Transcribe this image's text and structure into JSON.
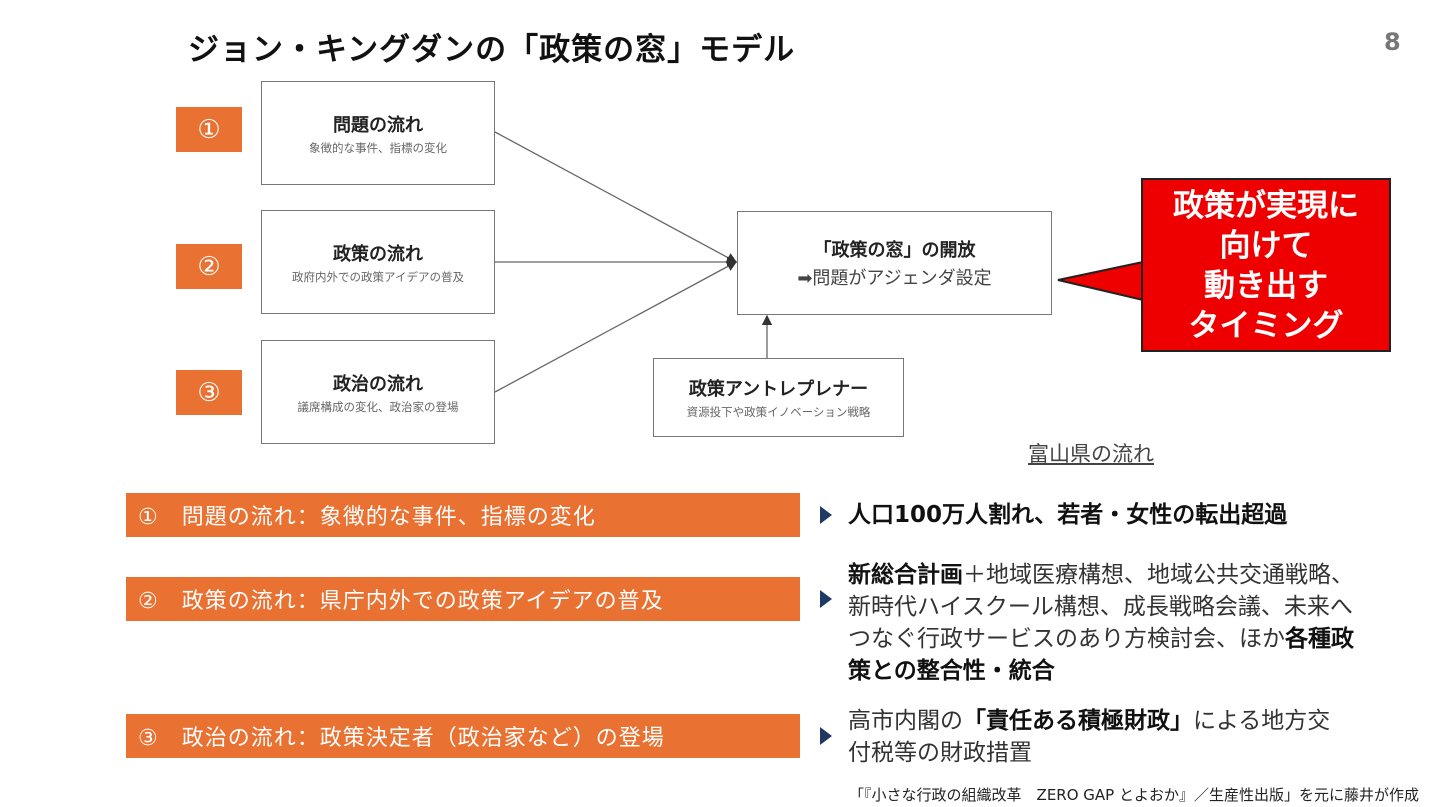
{
  "title": "ジョン・キングダンの「政策の窓」モデル",
  "page_number": "8",
  "numbers": [
    "①",
    "②",
    "③"
  ],
  "streams": [
    {
      "title": "問題の流れ",
      "subtitle": "象徴的な事件、指標の変化"
    },
    {
      "title": "政策の流れ",
      "subtitle": "政府内外での政策アイデアの普及"
    },
    {
      "title": "政治の流れ",
      "subtitle": "議席構成の変化、政治家の登場"
    }
  ],
  "center": {
    "title": "「政策の窓」の開放",
    "subtitle": "➡問題がアジェンダ設定"
  },
  "entrepreneur": {
    "title": "政策アントレプレナー",
    "subtitle": "資源投下や政策イノベーション戦略"
  },
  "callout": [
    "政策が実現に",
    "向けて",
    "動き出す",
    "タイミング"
  ],
  "toyama_heading": "富山県の流れ",
  "bars": [
    "①　問題の流れ：象徴的な事件、指標の変化",
    "②　政策の流れ：県庁内外での政策アイデアの普及",
    "③　政治の流れ：政策決定者（政治家など）の登場"
  ],
  "right": {
    "r1": "人口100万人割れ、若者・女性の転出超過",
    "r2_bold1": "新総合計画",
    "r2_text": "＋地域医療構想、地域公共交通戦略、新時代ハイスクール構想、成長戦略会議、未来へつなぐ行政サービスのあり方検討会、ほか",
    "r2_bold2": "各種政策との整合性・統合",
    "r3_pre": "高市内閣の",
    "r3_bold": "「責任ある積極財政」",
    "r3_post": "による地方交付税等の財政措置"
  },
  "footer": "「『小さな行政の組織改革　ZERO GAP とよおか』／生産性出版」を元に藤井が作成",
  "colors": {
    "orange": "#E97132",
    "red": "#EE0000",
    "triangle": "#1F3864"
  }
}
